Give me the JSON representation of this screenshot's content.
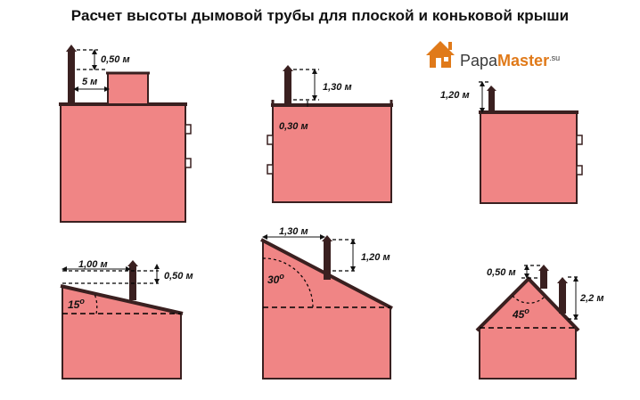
{
  "title": "Расчет высоты дымовой трубы для плоской и коньковой крыши",
  "logo": {
    "brand_part1": "Papa",
    "brand_part2": "Master",
    "domain": ".su",
    "accent_color": "#e07a1a"
  },
  "colors": {
    "house_fill": "#f08585",
    "outline": "#3a2020",
    "dash": "#000000"
  },
  "diagrams": {
    "flat_parapet": {
      "height_label": "0,50 м",
      "distance_label": "5 м"
    },
    "flat_roof": {
      "height_label": "1,30 м",
      "offset_label": "0,30 м"
    },
    "flat_edge": {
      "height_label": "1,20 м"
    },
    "gable_15": {
      "distance_label": "1,00 м",
      "height_label": "0,50 м",
      "angle_label": "15"
    },
    "pitched_30": {
      "distance_label": "1,30 м",
      "height_label": "1,20 м",
      "angle_label": "30"
    },
    "gable_45": {
      "height_small_label": "0,50 м",
      "height_large_label": "2,2 м",
      "angle_label": "45"
    }
  }
}
